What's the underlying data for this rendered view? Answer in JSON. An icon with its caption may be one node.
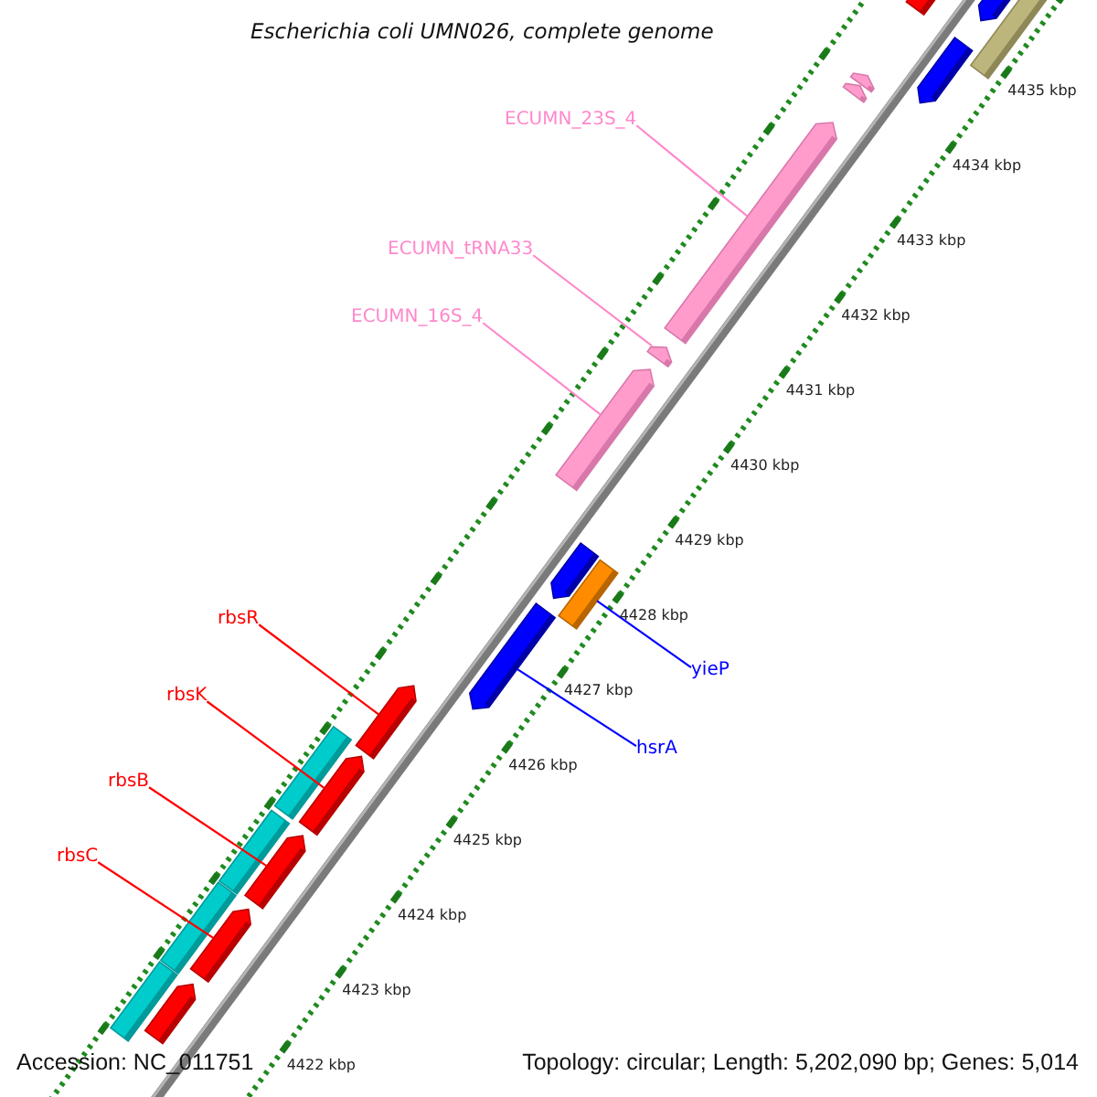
{
  "diagram": {
    "title": "Escherichia coli UMN026, complete genome",
    "nodes": [
      {
        "text": [
          "ECUMN_23S_4"
        ]
      },
      {
        "text": [
          "ECUMN_tRNA33"
        ]
      },
      {
        "text": [
          "ECUMN_16S_4"
        ]
      },
      {
        "text": [
          "rbsR"
        ]
      },
      {
        "text": [
          "yieP"
        ]
      },
      {
        "text": [
          "rbsK"
        ]
      },
      {
        "text": [
          "hsrA"
        ]
      },
      {
        "text": [
          "rbsB"
        ]
      },
      {
        "text": [
          "rbsC"
        ]
      },
      {
        "text": [],
        "shape": "bar"
      },
      {
        "text": [],
        "shape": "bar"
      },
      {
        "text": [],
        "shape": "box"
      },
      {
        "text": [],
        "shape": "bar"
      },
      {
        "text": [],
        "shape": "bar"
      },
      {
        "text": [],
        "shape": "bar"
      },
      {
        "text": [],
        "shape": "bar"
      },
      {
        "text": [],
        "shape": "bar"
      },
      {
        "text": [],
        "shape": "bar"
      },
      {
        "text": [],
        "shape": "bar"
      },
      {
        "text": [],
        "shape": "box"
      },
      {
        "text": [],
        "shape": "bar"
      },
      {
        "text": [],
        "shape": "bar"
      },
      {
        "text": [],
        "shape": "box"
      },
      {
        "text": [],
        "shape": "bar"
      },
      {
        "text": [],
        "shape": "box"
      },
      {
        "text": [],
        "shape": "bar"
      },
      {
        "text": [],
        "shape": "box"
      },
      {
        "text": [],
        "shape": "bar"
      },
      {
        "text": [],
        "shape": "box"
      },
      {
        "text": [],
        "shape": "bar"
      }
    ],
    "edges": [
      {
        "from": 0,
        "to": 15,
        "arrow": "none",
        "color": "#ff88cc"
      },
      {
        "from": 1,
        "to": 16,
        "arrow": "none",
        "color": "#ff88cc"
      },
      {
        "from": 2,
        "to": 17,
        "arrow": "none",
        "color": "#ff88cc"
      },
      {
        "from": 3,
        "to": 21,
        "arrow": "none"
      },
      {
        "from": 4,
        "to": 19,
        "arrow": "none",
        "color": "#0000ff"
      },
      {
        "from": 5,
        "to": 23,
        "arrow": "none"
      },
      {
        "from": 6,
        "to": 20,
        "arrow": "none",
        "color": "#0000ff"
      },
      {
        "from": 7,
        "to": 25,
        "arrow": "none"
      },
      {
        "from": 8,
        "to": 27,
        "arrow": "none"
      }
    ],
    "labels": [
      "4435 kbp",
      "4434 kbp",
      "4433 kbp",
      "4432 kbp",
      "4431 kbp",
      "4430 kbp",
      "4429 kbp",
      "4428 kbp",
      "4427 kbp",
      "4426 kbp",
      "4425 kbp",
      "4424 kbp",
      "4423 kbp",
      "4422 kbp",
      "Accession: NC_011751",
      "Topology: circular; Length: 5,202,090 bp; Genes: 5,014"
    ]
  }
}
